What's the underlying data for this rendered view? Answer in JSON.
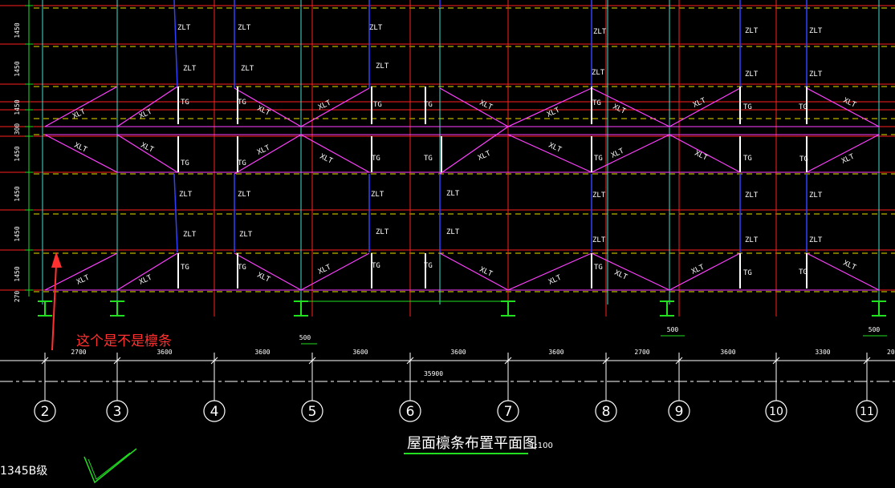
{
  "drawing": {
    "title": "屋面檩条布置平面图",
    "scale": "1:100",
    "corner_text": "1345B级",
    "annotation": "这个是不是檩条",
    "total_dimension": "35900",
    "offset_dimension": "500",
    "cut_off_dimension": "20",
    "axis_numbers": [
      "2",
      "3",
      "4",
      "5",
      "6",
      "7",
      "8",
      "9",
      "10",
      "11"
    ],
    "bay_dimensions": [
      "2700",
      "3600",
      "3600",
      "3600",
      "3600",
      "3600",
      "2700",
      "3600",
      "3300"
    ],
    "vertical_dimensions": [
      "1450",
      "1450",
      "1450",
      "300",
      "1450",
      "1450",
      "1450",
      "1450",
      "270"
    ],
    "member_labels": {
      "tie_rod": "ZLT",
      "brace": "XLT",
      "strut": "TG"
    },
    "colors": {
      "background": "#000000",
      "grid_red": "#ff2020",
      "column_cyan": "#40e0d0",
      "purlin_yellow": "#e8e000",
      "brace_magenta": "#ff40ff",
      "tie_blue": "#3040ff",
      "column_green": "#20e020",
      "annotation_red": "#ff3030"
    }
  }
}
